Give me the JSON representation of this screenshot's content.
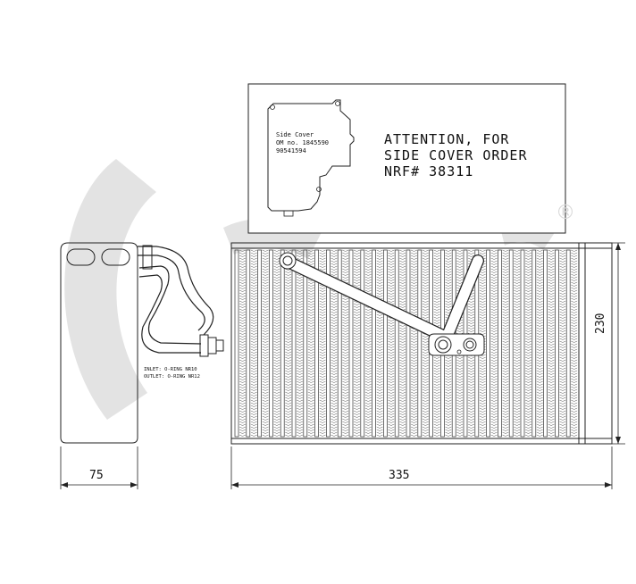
{
  "notice": {
    "lines": [
      "ATTENTION, FOR",
      "SIDE COVER ORDER",
      "NRF# 38311"
    ]
  },
  "side_cover": {
    "lines": [
      "Side Cover",
      "OM no. 1845590",
      "90541594"
    ]
  },
  "connections": {
    "inlet": "INLET: O-RING NR10",
    "outlet": "OUTLET: O-RING NR12"
  },
  "dimensions": {
    "depth": "75",
    "width": "335",
    "height": "230"
  },
  "logo": {
    "registered_mark": "®",
    "color": "#e3e3e3"
  },
  "icons": [
    "registered-trademark-icon"
  ]
}
